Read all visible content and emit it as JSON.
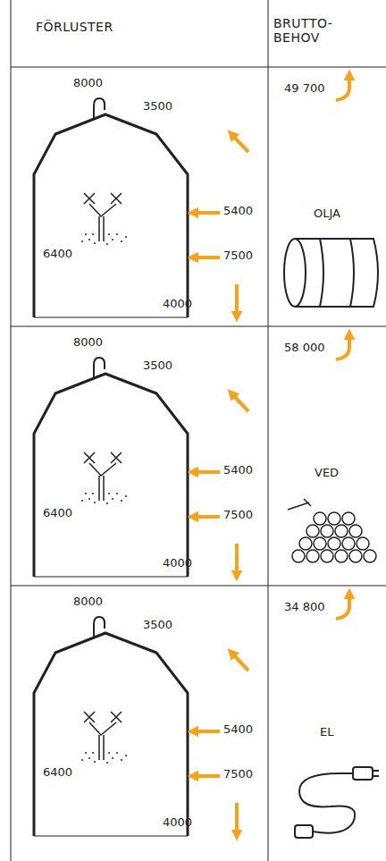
{
  "diagram": {
    "labels": [
      "FÖRLUSTER",
      "BRUTTO- BEHOV",
      "8000",
      "3500",
      "5400",
      "7500",
      "6400",
      "4000",
      "49 700",
      "OLJA",
      "8000",
      "3500",
      "5400",
      "7500",
      "6400",
      "4000",
      "58 000",
      "VED",
      "8000",
      "3500",
      "5400",
      "7500",
      "6400",
      "4000",
      "34 800",
      "EL"
    ]
  }
}
